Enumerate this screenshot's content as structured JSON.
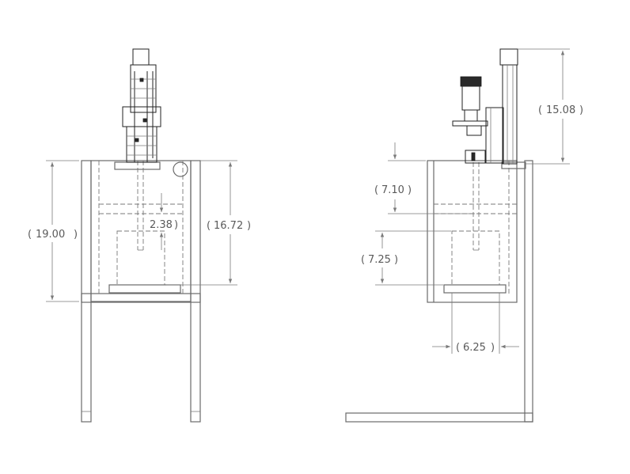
{
  "drawing": {
    "dimensions": {
      "front_height_frame": "19.00",
      "front_inner_depth": "2.38",
      "front_height_inner": "16.72",
      "side_top_height": "15.08",
      "side_upper_offset": "7.10",
      "side_middle_height": "7.25",
      "side_width": "6.25"
    }
  }
}
